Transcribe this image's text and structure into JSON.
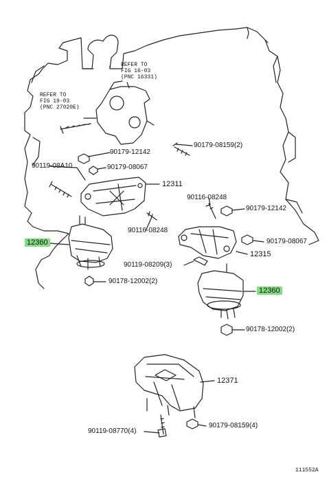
{
  "notes": {
    "n1": [
      "REFER TO",
      "FIG 16-03",
      "(PNC 16331)"
    ],
    "n2": [
      "REFER TO",
      "FIG 19-03",
      "(PNC 27020E)"
    ]
  },
  "labels": {
    "l_90179_12142_a": "90179-12142",
    "l_90179_08159_a": "90179-08159(2)",
    "l_90119_08A10": "90119-08A10",
    "l_90179_08067_a": "90179-08067",
    "l_12311": "12311",
    "l_90116_08248_a": "90116-08248",
    "l_90179_12142_b": "90179-12142",
    "l_12360_left": "12360",
    "l_90116_08248_b": "90116-08248",
    "l_90179_08067_b": "90179-08067",
    "l_12315": "12315",
    "l_90119_08209": "90119-08209(3)",
    "l_90178_12002_a": "90178-12002(2)",
    "l_12360_right": "12360",
    "l_90178_12002_b": "90178-12002(2)",
    "l_12371": "12371",
    "l_90119_08770": "90119-08770(4)",
    "l_90179_08159_b": "90179-08159(4)"
  },
  "highlight_color": "#7ee07e",
  "figure_ref": "111552A"
}
